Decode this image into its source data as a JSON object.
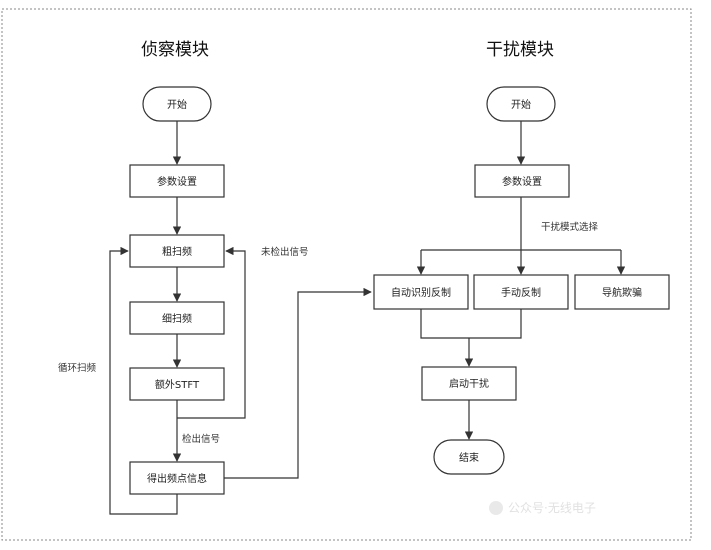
{
  "recon": {
    "title": "侦察模块",
    "start": "开始",
    "params": "参数设置",
    "coarse": "粗扫频",
    "fine": "细扫频",
    "stft": "额外STFT",
    "info": "得出频点信息",
    "label_not_detected": "未检出信号",
    "label_detected": "检出信号",
    "label_loop": "循环扫频"
  },
  "jam": {
    "title": "干扰模块",
    "start": "开始",
    "params": "参数设置",
    "mode_select": "干扰模式选择",
    "auto": "自动识别反制",
    "manual": "手动反制",
    "nav": "导航欺骗",
    "launch": "启动干扰",
    "end": "结束"
  },
  "watermark": "公众号·无线电子"
}
